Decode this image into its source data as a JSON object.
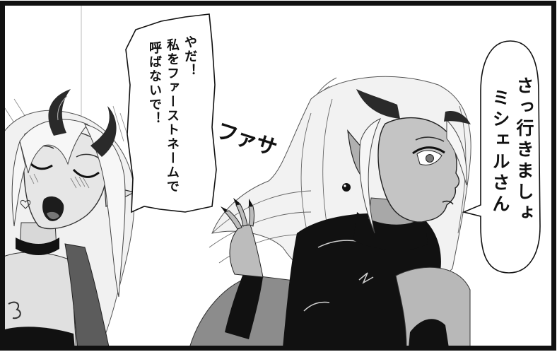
{
  "panel": {
    "bubbles": [
      {
        "columns": [
          "やだ！",
          "私をファーストネームで",
          "呼ばないで！"
        ]
      },
      {
        "columns": [
          "さっ行きましょ",
          "ミシェルさん"
        ]
      }
    ],
    "sfx": "ファサ"
  },
  "colors": {
    "ink": "#111111",
    "paper": "#ffffff",
    "skin_light": "#e6e6e6",
    "skin_dark": "#c4c4c4"
  }
}
